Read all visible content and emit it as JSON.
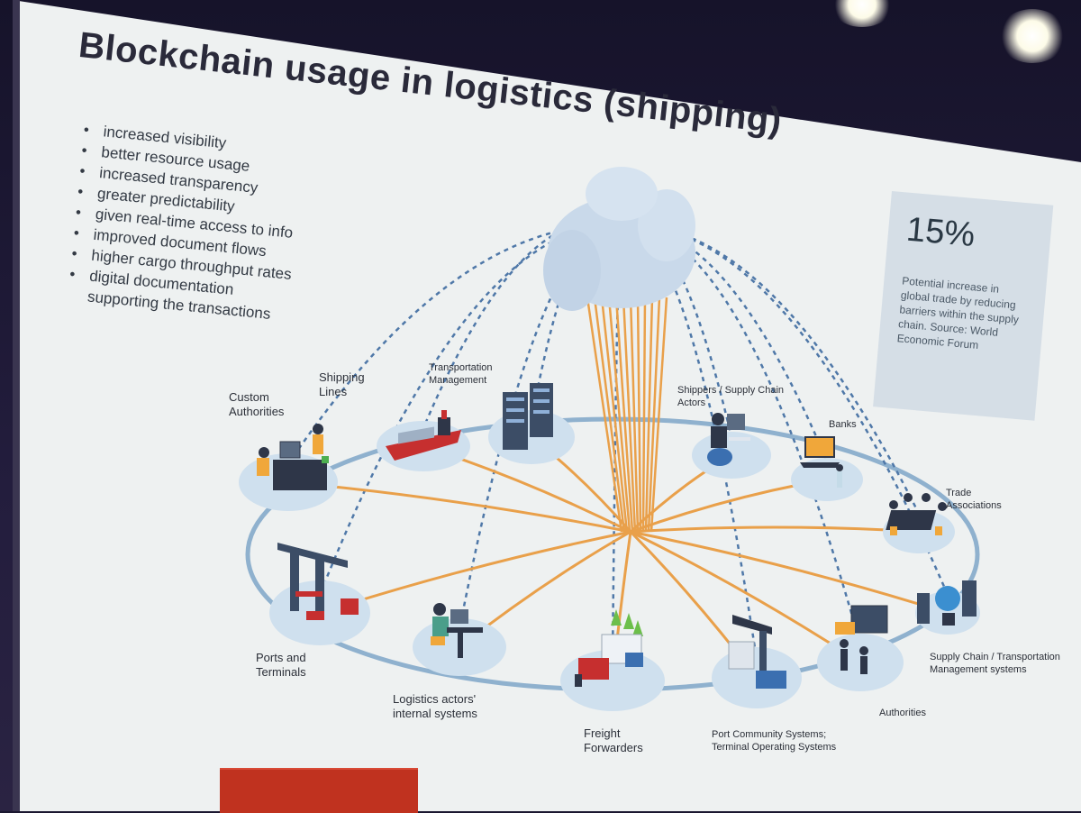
{
  "slide": {
    "title": "Blockchain usage in logistics (shipping)",
    "bullets": [
      "increased visibility",
      "better resource usage",
      "increased transparency",
      "greater predictability",
      "given real-time access to info",
      "improved document flows",
      "higher cargo throughput rates",
      "digital documentation"
    ],
    "bullet_continuation": "supporting the transactions",
    "stat": {
      "value": "15%",
      "description": "Potential increase in global trade by reducing barriers within the supply chain. Source: World Economic Forum"
    }
  },
  "diagram": {
    "nodes": [
      {
        "id": "custom-authorities",
        "label_lines": [
          "Custom",
          "Authorities"
        ]
      },
      {
        "id": "shipping-lines",
        "label_lines": [
          "Shipping",
          "Lines"
        ]
      },
      {
        "id": "transportation-management",
        "label_lines": [
          "Transportation",
          "Management"
        ]
      },
      {
        "id": "shippers-supply-chain-actors",
        "label_lines": [
          "Shippers / Supply Chain",
          "Actors"
        ]
      },
      {
        "id": "banks",
        "label_lines": [
          "Banks"
        ]
      },
      {
        "id": "trade-associations",
        "label_lines": [
          "Trade",
          "Associations"
        ]
      },
      {
        "id": "supply-chain-transportation-management-systems",
        "label_lines": [
          "Supply Chain / Transportation",
          "Management systems"
        ]
      },
      {
        "id": "authorities",
        "label_lines": [
          "Authorities"
        ]
      },
      {
        "id": "port-community-systems",
        "label_lines": [
          "Port Community Systems;",
          "Terminal Operating Systems"
        ]
      },
      {
        "id": "freight-forwarders",
        "label_lines": [
          "Freight",
          "Forwarders"
        ]
      },
      {
        "id": "logistics-actors-internal-systems",
        "label_lines": [
          "Logistics actors'",
          "internal systems"
        ]
      },
      {
        "id": "ports-and-terminals",
        "label_lines": [
          "Ports and",
          "Terminals"
        ]
      }
    ],
    "colors": {
      "orange_link": "#e9a04a",
      "dashed_link": "#4f78a8",
      "ring": "#6f9bc2",
      "node_disc": "#cfe0ee",
      "cloud": "#c9d9ea"
    },
    "icons": [
      "cloud-icon",
      "office-worker-icon",
      "cargo-ship-icon",
      "server-rack-icon",
      "laptop-icon",
      "meeting-table-icon",
      "crane-icon",
      "container-truck-icon"
    ]
  }
}
